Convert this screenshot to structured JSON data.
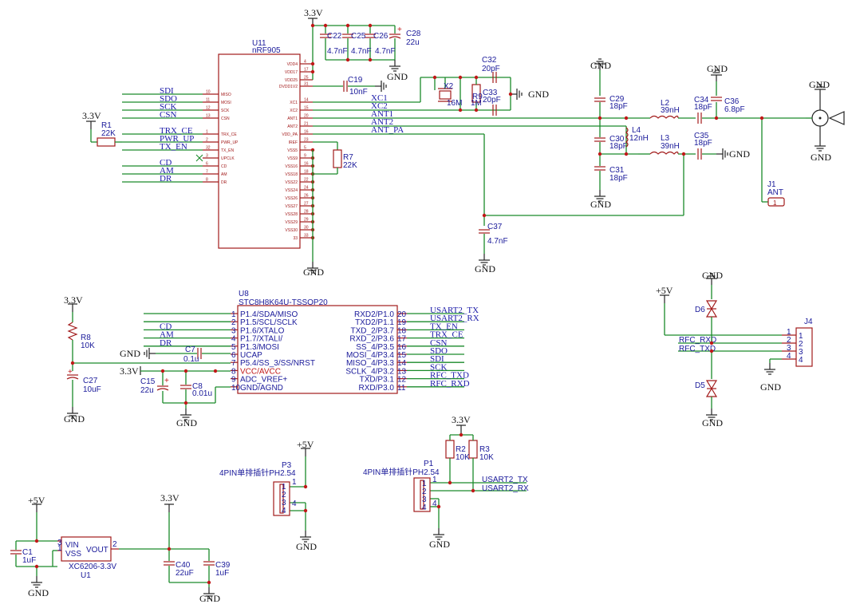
{
  "u11": {
    "ref": "U11",
    "part": "nRF905",
    "left_pins": [
      {
        "num": "10",
        "name": "MISO",
        "net": "SDI"
      },
      {
        "num": "11",
        "name": "MOSI",
        "net": "SDO"
      },
      {
        "num": "12",
        "name": "SCK",
        "net": "SCK"
      },
      {
        "num": "13",
        "name": "CSN",
        "net": "CSN"
      },
      {
        "num": "1",
        "name": "TRX_CE",
        "net": "TRX_CE"
      },
      {
        "num": "2",
        "name": "PWR_UP",
        "net": "PWR_UP"
      },
      {
        "num": "32",
        "name": "TX_EN",
        "net": "TX_EN"
      },
      {
        "num": "3",
        "name": "UPCLK",
        "net": ""
      },
      {
        "num": "6",
        "name": "CD",
        "net": "CD"
      },
      {
        "num": "7",
        "name": "AM",
        "net": "AM"
      },
      {
        "num": "8",
        "name": "DR",
        "net": "DR"
      }
    ],
    "right_pins": [
      {
        "num": "4",
        "name": "VDD4"
      },
      {
        "num": "17",
        "name": "VDD17"
      },
      {
        "num": "25",
        "name": "VDD25"
      },
      {
        "num": "31",
        "name": "DVDD1V2"
      },
      {
        "num": "14",
        "name": "XC1"
      },
      {
        "num": "15",
        "name": "XC2"
      },
      {
        "num": "20",
        "name": "ANT1"
      },
      {
        "num": "21",
        "name": "ANT2"
      },
      {
        "num": "16",
        "name": "VDD_PA"
      },
      {
        "num": "23",
        "name": "IREF"
      },
      {
        "num": "5",
        "name": "VSS5"
      },
      {
        "num": "9",
        "name": "VSS9"
      },
      {
        "num": "16",
        "name": "VSS16"
      },
      {
        "num": "18",
        "name": "VSS18"
      },
      {
        "num": "22",
        "name": "VSS22"
      },
      {
        "num": "24",
        "name": "VSS24"
      },
      {
        "num": "26",
        "name": "VSS26"
      },
      {
        "num": "27",
        "name": "VSS27"
      },
      {
        "num": "28",
        "name": "VSS28"
      },
      {
        "num": "29",
        "name": "VSS29"
      },
      {
        "num": "30",
        "name": "VSS30"
      },
      {
        "num": "33",
        "name": "33"
      }
    ],
    "right_nets": [
      "XC1",
      "XC2",
      "ANT1",
      "ANT2",
      "ANT_PA"
    ]
  },
  "u8": {
    "ref": "U8",
    "part": "STC8H8K64U-TSSOP20",
    "left_pins": [
      {
        "num": "1",
        "name": "P1.4/SDA/MISO",
        "net": ""
      },
      {
        "num": "2",
        "name": "P1.5/SCL/SCLK",
        "net": ""
      },
      {
        "num": "3",
        "name": "P1.6/XTALO",
        "net": "CD"
      },
      {
        "num": "4",
        "name": "P1.7/XTALI/",
        "net": "AM"
      },
      {
        "num": "5",
        "name": "P1.3/MOSI",
        "net": "DR"
      },
      {
        "num": "6",
        "name": "UCAP",
        "net": ""
      },
      {
        "num": "7",
        "name": "P5.4/SS_3/SS/NRST",
        "net": ""
      },
      {
        "num": "8",
        "name": "VCC/AVCC",
        "net": ""
      },
      {
        "num": "9",
        "name": "ADC_VREF+",
        "net": ""
      },
      {
        "num": "10",
        "name": "GND/AGND",
        "net": ""
      }
    ],
    "right_pins": [
      {
        "num": "20",
        "name": "RXD2/P1.0",
        "net": "USART2_TX"
      },
      {
        "num": "19",
        "name": "TXD2/P1.1",
        "net": "USART2_RX"
      },
      {
        "num": "18",
        "name": "TXD_2/P3.7",
        "net": "TX_EN"
      },
      {
        "num": "17",
        "name": "RXD_2/P3.6",
        "net": "TRX_CE"
      },
      {
        "num": "16",
        "name": "SS_4/P3.5",
        "net": "CSN"
      },
      {
        "num": "15",
        "name": "MOSI_4/P3.4",
        "net": "SDO"
      },
      {
        "num": "14",
        "name": "MISO_4/P3.3",
        "net": "SDI"
      },
      {
        "num": "13",
        "name": "SCLK_4/P3.2",
        "net": "SCK"
      },
      {
        "num": "12",
        "name": "TXD/P3.1",
        "net": "RFC_TXD"
      },
      {
        "num": "11",
        "name": "RXD/P3.0",
        "net": "RFC_RXD"
      }
    ]
  },
  "labels": {
    "v33": "3.3V",
    "v5": "+5V",
    "gnd": "GND",
    "c22": "C22",
    "c22v": "4.7nF",
    "c25": "C25",
    "c25v": "4.7nF",
    "c26": "C26",
    "c26v": "4.7nF",
    "c28": "C28",
    "c28v": "22u",
    "c19": "C19",
    "c19v": "10nF",
    "x2": "X2",
    "x2v": "16M",
    "r9": "R9",
    "r9v": "1M",
    "c32": "C32",
    "c32v": "20pF",
    "c33": "C33",
    "c33v": "20pF",
    "r1": "R1",
    "r1v": "22K",
    "r7": "R7",
    "r7v": "22K",
    "c29": "C29",
    "c29v": "18pF",
    "c30": "C30",
    "c30v": "18pF",
    "c31": "C31",
    "c31v": "18pF",
    "l2": "L2",
    "l2v": "39nH",
    "l3": "L3",
    "l3v": "39nH",
    "l4": "L4",
    "l4v": "12nH",
    "c34": "C34",
    "c34v": "18pF",
    "c35": "C35",
    "c35v": "18pF",
    "c36": "C36",
    "c36v": "6.8pF",
    "c37": "C37",
    "c37v": "4.7nF",
    "j1": "J1",
    "j1v": "ANT",
    "j1p": "1",
    "r8": "R8",
    "r8v": "10K",
    "c27": "C27",
    "c27v": "10uF",
    "c7": "C7",
    "c7v": "0.1u",
    "c15": "C15",
    "c15v": "22u",
    "c8": "C8",
    "c8v": "0.01u",
    "d6": "D6",
    "d5": "D5",
    "j4": "J4",
    "rfc_rxd": "RFC_RXD",
    "rfc_txd": "RFC_TXD",
    "p3": "P3",
    "p1": "P1",
    "hdr": "4PIN单排插针PH2.54",
    "r2": "R2",
    "r2v": "10K",
    "r3": "R3",
    "r3v": "10K",
    "usart2_tx": "USART2_TX",
    "usart2_rx": "USART2_RX",
    "c1": "C1",
    "c1v": "1uF",
    "u1": "U1",
    "u1v": "XC6206-3.3V",
    "vin": "VIN",
    "vss": "VSS",
    "vout": "VOUT",
    "c40": "C40",
    "c40v": "22uF",
    "c39": "C39",
    "c39v": "1uF",
    "n1": "1",
    "n2": "2",
    "n3": "3",
    "n4": "4"
  }
}
